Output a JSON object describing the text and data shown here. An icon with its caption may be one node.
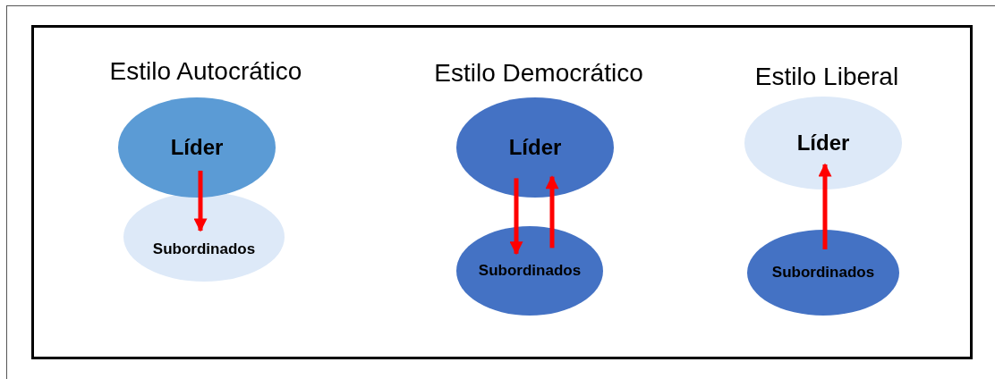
{
  "diagram": {
    "nodes": [
      {
        "text": [
          "Líder"
        ]
      },
      {
        "text": [
          "Subordinados"
        ]
      },
      {
        "text": [
          "Líder"
        ]
      },
      {
        "text": [
          "Subordinados"
        ]
      },
      {
        "text": [
          "Líder"
        ]
      },
      {
        "text": [
          "Subordinados"
        ]
      }
    ],
    "edges": [
      {
        "from": 0,
        "to": 1,
        "arrow": "to"
      },
      {
        "from": 2,
        "to": 3,
        "arrow": "to"
      },
      {
        "from": 3,
        "to": 2,
        "arrow": "to"
      },
      {
        "from": 5,
        "to": 4,
        "arrow": "to"
      }
    ],
    "labels": [
      "Estilo Autocrático",
      "Estilo Democrático",
      "Estilo Liberal"
    ]
  }
}
